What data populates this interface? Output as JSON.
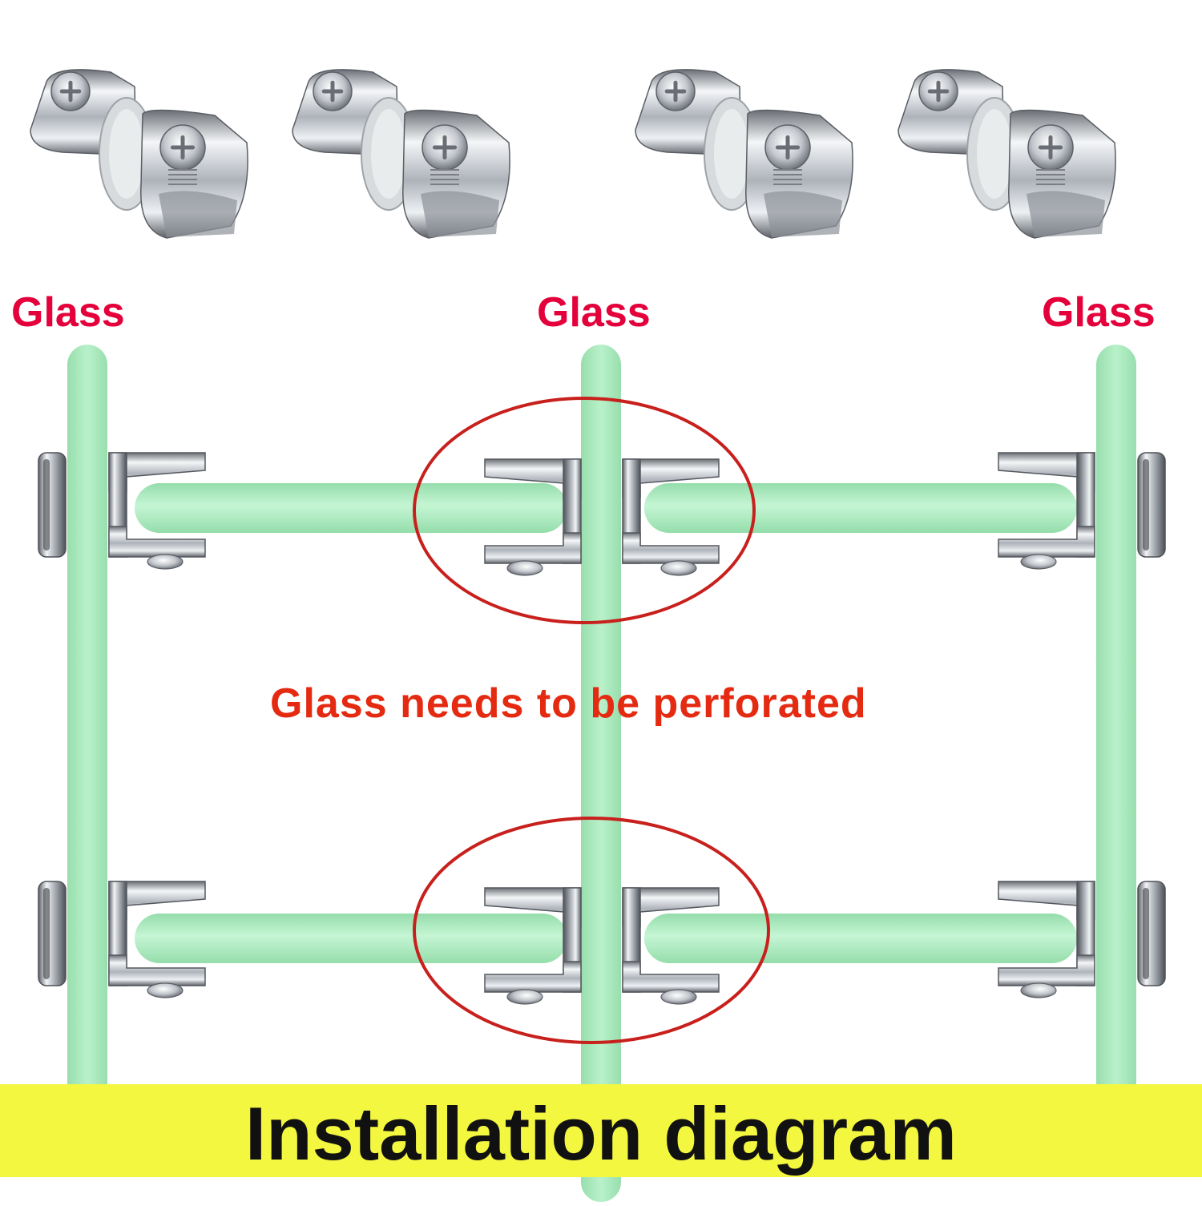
{
  "labels": {
    "glass_left": "Glass",
    "glass_center": "Glass",
    "glass_right": "Glass",
    "note": "Glass needs to be perforated",
    "title": "Installation diagram"
  },
  "colors": {
    "label": "#e4003a",
    "note": "#e52a12",
    "banner": "#f3f740",
    "title": "#111111",
    "glass_fill": "#9fe6b4",
    "glass_edge": "#7fcf97",
    "circle": "#c8201c",
    "chrome": "#c9ccd1"
  },
  "icons": {
    "clamp_product": "glass-clamp-icon",
    "circle": "highlight-ellipse"
  }
}
